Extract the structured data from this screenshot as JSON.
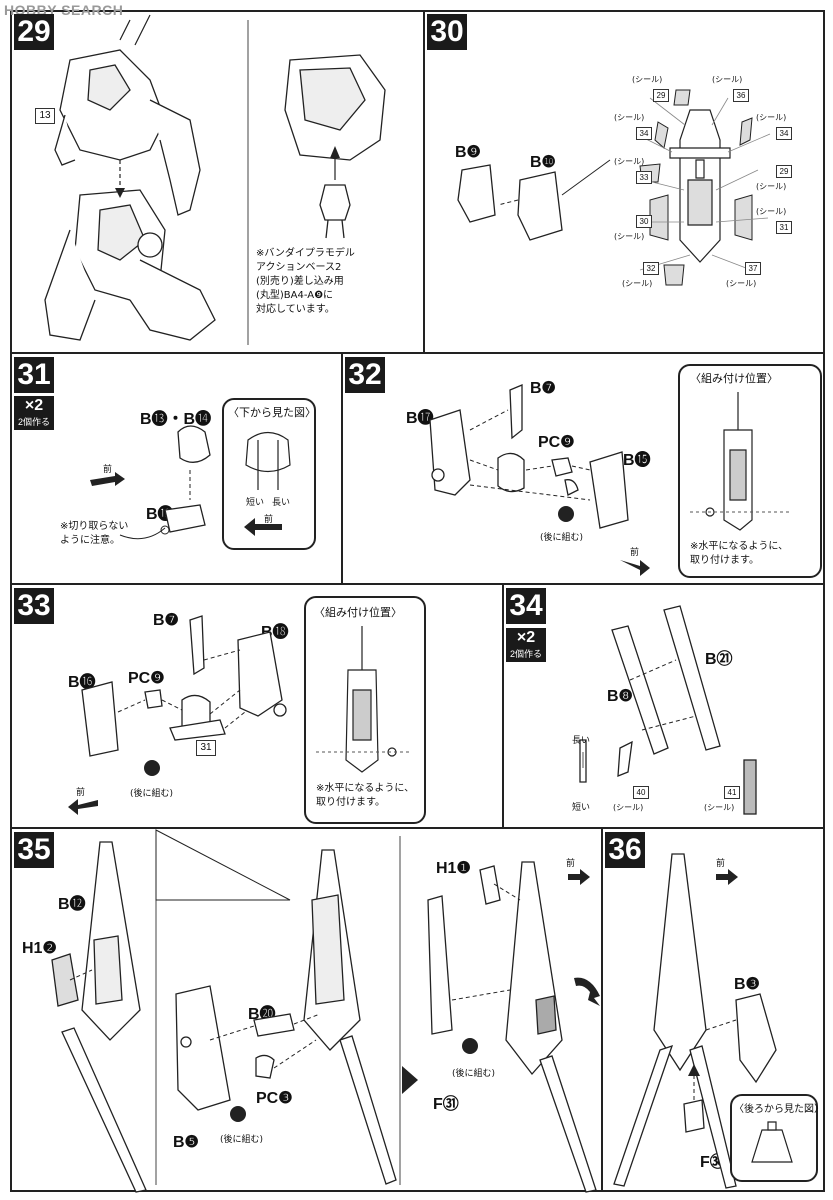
{
  "watermark": "HOBBY SEARCH",
  "steps": {
    "s29": {
      "number": "29",
      "callout": "13",
      "note": "※バンダイプラモデル\nアクションベース2\n(別売り)差し込み用\n(丸型)BA4-A❾に\n対応しています。"
    },
    "s30": {
      "number": "30",
      "parts": [
        "B❾",
        "B❿"
      ],
      "seal_word": "(シール)",
      "seals": [
        "29",
        "36",
        "34",
        "34",
        "33",
        "29",
        "30",
        "31",
        "32",
        "37"
      ]
    },
    "s31": {
      "number": "31",
      "multiplier": "×2",
      "multiplier_note": "2個作る",
      "parts": [
        "B⓭・B⓮",
        "B⓳"
      ],
      "front": "前",
      "caution": "※切り取らない\nように注意。",
      "view_title": "〈下から見た図〉",
      "short": "短い",
      "long": "長い",
      "view_front": "前"
    },
    "s32": {
      "number": "32",
      "parts": [
        "B⓱",
        "B❼",
        "PC❾",
        "B⓯"
      ],
      "later": "(後に組む)",
      "front": "前",
      "pos_title": "〈組み付け位置〉",
      "pos_note": "※水平になるように、\n取り付けます。"
    },
    "s33": {
      "number": "33",
      "parts": [
        "B❼",
        "B⓲",
        "B⓰",
        "PC❾"
      ],
      "callout": "31",
      "later": "(後に組む)",
      "front": "前",
      "pos_title": "〈組み付け位置〉",
      "pos_note": "※水平になるように、\n取り付けます。"
    },
    "s34": {
      "number": "34",
      "multiplier": "×2",
      "multiplier_note": "2個作る",
      "parts": [
        "B㉑",
        "B❽"
      ],
      "long": "長い",
      "short": "短い",
      "seals": [
        "40",
        "41"
      ],
      "seal_word": "(シール)"
    },
    "s35": {
      "number": "35",
      "parts": [
        "B⓬",
        "H1❷",
        "B⓴",
        "PC❸",
        "B❺",
        "H1❶",
        "F㉛"
      ],
      "later": "(後に組む)",
      "front": "前"
    },
    "s36": {
      "number": "36",
      "parts": [
        "B❸",
        "F㉚"
      ],
      "front": "前",
      "view_title": "〈後ろから見た図〉"
    }
  }
}
